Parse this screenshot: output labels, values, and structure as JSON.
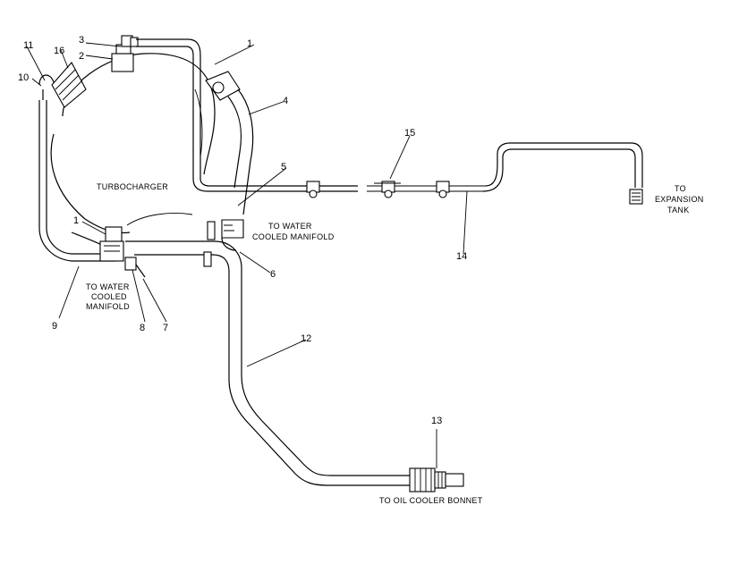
{
  "callouts": {
    "c1a": "1",
    "c1b": "1",
    "c2": "2",
    "c3": "3",
    "c4": "4",
    "c5": "5",
    "c6": "6",
    "c7": "7",
    "c8": "8",
    "c9": "9",
    "c10": "10",
    "c11": "11",
    "c12": "12",
    "c13": "13",
    "c14": "14",
    "c15": "15",
    "c16": "16"
  },
  "labels": {
    "turbocharger": "TURBOCHARGER",
    "to_water_right_1": "TO WATER",
    "to_water_right_2": "COOLED MANIFOLD",
    "to_water_left_1": "TO WATER",
    "to_water_left_2": "COOLED",
    "to_water_left_3": "MANIFOLD",
    "expansion_1": "TO",
    "expansion_2": "EXPANSION",
    "expansion_3": "TANK",
    "oil_cooler": "TO OIL COOLER BONNET"
  }
}
